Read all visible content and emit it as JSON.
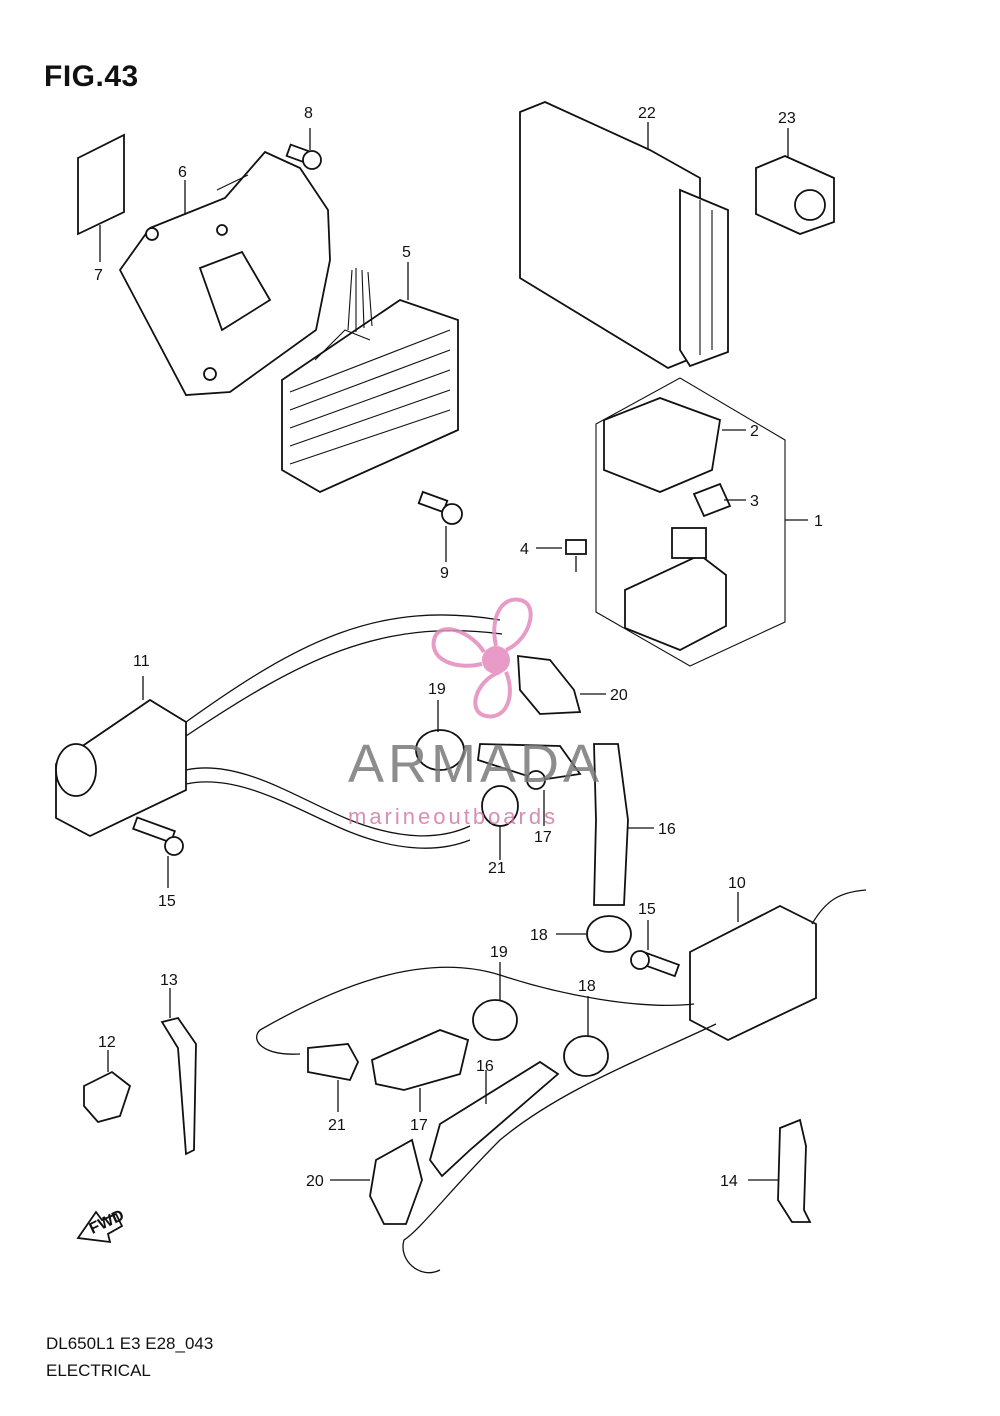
{
  "figure": {
    "title": "FIG.43"
  },
  "callouts": [
    "1",
    "2",
    "3",
    "4",
    "5",
    "6",
    "7",
    "8",
    "9",
    "10",
    "11",
    "12",
    "13",
    "14",
    "15",
    "16",
    "17",
    "18",
    "19",
    "20",
    "21",
    "22",
    "23"
  ],
  "watermark": {
    "brand": "ARMADA",
    "tagline": "marineoutboards",
    "accent": "#e48abd"
  },
  "footer": {
    "code": "DL650L1 E3 E28_043",
    "section": "ELECTRICAL"
  },
  "fwd_label": "FWD"
}
